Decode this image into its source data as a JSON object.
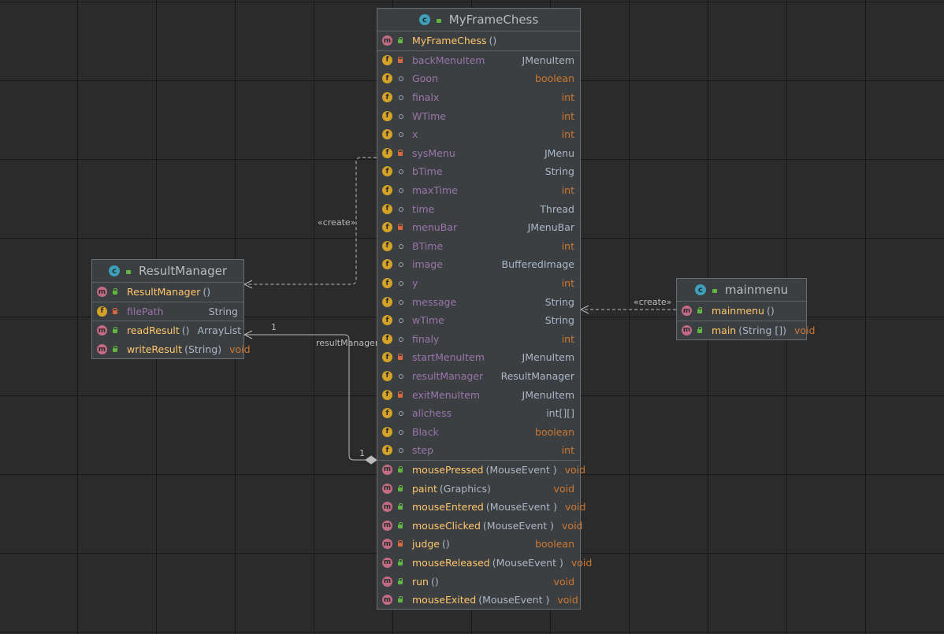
{
  "diagram": {
    "classes": [
      {
        "id": "myframechess",
        "name": "MyFrameChess",
        "icon": "class-icon",
        "constructors": [
          {
            "name": "MyFrameChess",
            "params": "()",
            "vis": "public"
          }
        ],
        "fields": [
          {
            "name": "backMenuItem",
            "type": "JMenuItem",
            "kw": false,
            "vis": "private"
          },
          {
            "name": "Goon",
            "type": "boolean",
            "kw": true,
            "vis": "package"
          },
          {
            "name": "finalx",
            "type": "int",
            "kw": true,
            "vis": "package"
          },
          {
            "name": "WTime",
            "type": "int",
            "kw": true,
            "vis": "package"
          },
          {
            "name": "x",
            "type": "int",
            "kw": true,
            "vis": "package"
          },
          {
            "name": "sysMenu",
            "type": "JMenu",
            "kw": false,
            "vis": "private"
          },
          {
            "name": "bTime",
            "type": "String",
            "kw": false,
            "vis": "package"
          },
          {
            "name": "maxTime",
            "type": "int",
            "kw": true,
            "vis": "package"
          },
          {
            "name": "time",
            "type": "Thread",
            "kw": false,
            "vis": "package"
          },
          {
            "name": "menuBar",
            "type": "JMenuBar",
            "kw": false,
            "vis": "private"
          },
          {
            "name": "BTime",
            "type": "int",
            "kw": true,
            "vis": "package"
          },
          {
            "name": "image",
            "type": "BufferedImage",
            "kw": false,
            "vis": "package"
          },
          {
            "name": "y",
            "type": "int",
            "kw": true,
            "vis": "package"
          },
          {
            "name": "message",
            "type": "String",
            "kw": false,
            "vis": "package"
          },
          {
            "name": "wTime",
            "type": "String",
            "kw": false,
            "vis": "package"
          },
          {
            "name": "finaly",
            "type": "int",
            "kw": true,
            "vis": "package"
          },
          {
            "name": "startMenuItem",
            "type": "JMenuItem",
            "kw": false,
            "vis": "private"
          },
          {
            "name": "resultManager",
            "type": "ResultManager",
            "kw": false,
            "vis": "package"
          },
          {
            "name": "exitMenuItem",
            "type": "JMenuItem",
            "kw": false,
            "vis": "private"
          },
          {
            "name": "allchess",
            "type": "int[][]",
            "kw": false,
            "vis": "package"
          },
          {
            "name": "Black",
            "type": "boolean",
            "kw": true,
            "vis": "package"
          },
          {
            "name": "step",
            "type": "int",
            "kw": true,
            "vis": "package"
          }
        ],
        "methods": [
          {
            "name": "mousePressed",
            "params": "(MouseEvent )",
            "type": "void",
            "vis": "public"
          },
          {
            "name": "paint",
            "params": "(Graphics)",
            "type": "void",
            "vis": "public"
          },
          {
            "name": "mouseEntered",
            "params": "(MouseEvent )",
            "type": "void",
            "vis": "public"
          },
          {
            "name": "mouseClicked",
            "params": "(MouseEvent )",
            "type": "void",
            "vis": "public"
          },
          {
            "name": "judge",
            "params": "()",
            "type": "boolean",
            "vis": "private"
          },
          {
            "name": "mouseReleased",
            "params": "(MouseEvent )",
            "type": "void",
            "vis": "public"
          },
          {
            "name": "run",
            "params": "()",
            "type": "void",
            "vis": "public"
          },
          {
            "name": "mouseExited",
            "params": "(MouseEvent )",
            "type": "void",
            "vis": "public"
          }
        ]
      },
      {
        "id": "resultmanager",
        "name": "ResultManager",
        "icon": "class-icon",
        "constructors": [
          {
            "name": "ResultManager",
            "params": "()",
            "vis": "public"
          }
        ],
        "fields": [
          {
            "name": "filePath",
            "type": "String",
            "kw": false,
            "vis": "private"
          }
        ],
        "methods": [
          {
            "name": "readResult",
            "params": "()",
            "type": "ArrayList",
            "vis": "public"
          },
          {
            "name": "writeResult",
            "params": "(String)",
            "type": "void",
            "vis": "public"
          }
        ]
      },
      {
        "id": "mainmenu",
        "name": "mainmenu",
        "icon": "runnable-class-icon",
        "constructors": [
          {
            "name": "mainmenu",
            "params": "()",
            "vis": "public"
          }
        ],
        "fields": [],
        "methods": [
          {
            "name": "main",
            "params": "(String [])",
            "type": "void",
            "vis": "public"
          }
        ]
      }
    ],
    "relations": [
      {
        "id": "create-left",
        "kind": "dependency",
        "label": "«create»"
      },
      {
        "id": "create-right",
        "kind": "dependency",
        "label": "«create»"
      },
      {
        "id": "composition",
        "kind": "composition",
        "label": "resultManager",
        "source_mult": "1",
        "target_mult": "1"
      }
    ],
    "colors": {
      "background": "#2b2b2b",
      "class_fill": "#3c3f41",
      "field_name": "#9876aa",
      "method_name": "#ffc66d",
      "keyword_type": "#cc7832",
      "method_badge": "#c36b84",
      "field_badge": "#d4a227",
      "class_badge": "#3f9fb8"
    }
  }
}
